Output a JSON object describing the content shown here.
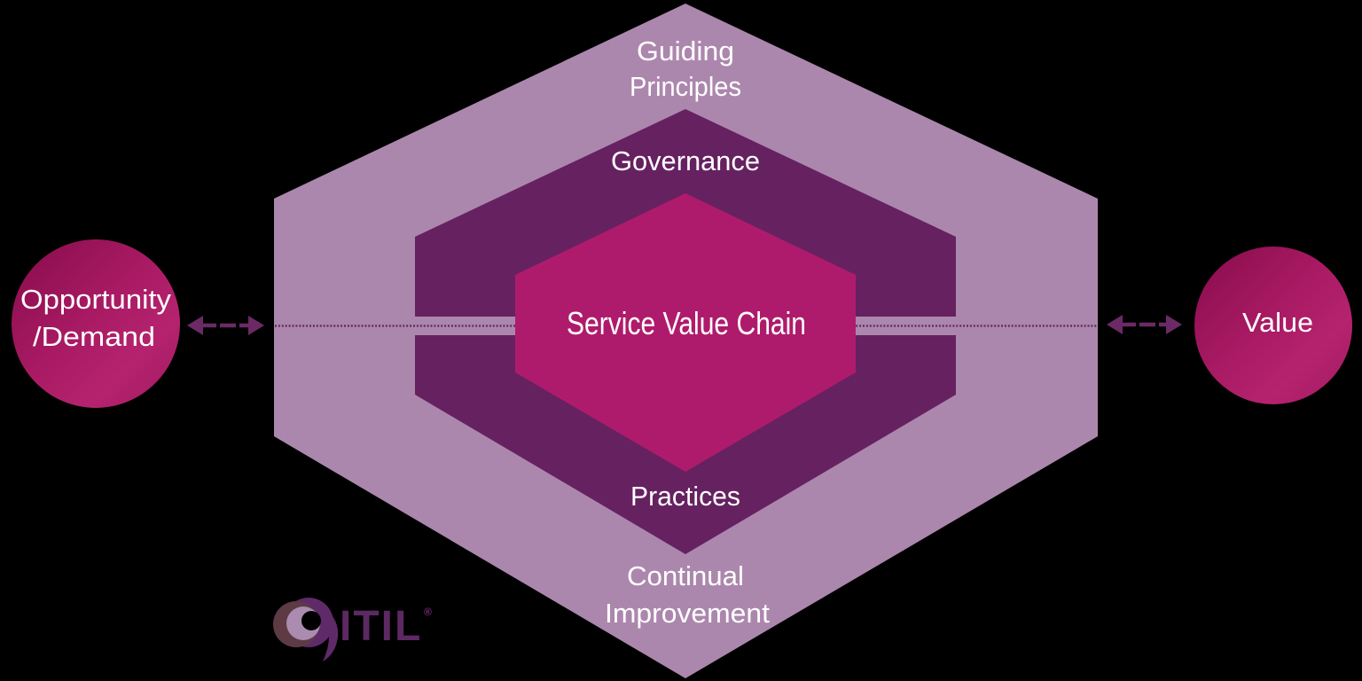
{
  "colors": {
    "background": "#000000",
    "outer_hexagon": "#ac87ad",
    "middle_hexagon": "#662161",
    "inner_hexagon": "#af1b6c",
    "flow_band": "#ac87ad",
    "dotted_line": "#6b2a66",
    "arrow": "#6b2a66",
    "label_text": "#ffffff",
    "circle_gradient_dark": "#870b4b",
    "circle_gradient_mid": "#a81a63",
    "circle_gradient_light": "#b5236e",
    "circle_gradient_end": "#a31961",
    "logo_purple": "#5f2a68",
    "logo_maroon": "#5e3a45",
    "logo_lilac": "#ab8cb0",
    "logo_text_color": "#5c2963",
    "logo_mark_color": "#7b2b7d"
  },
  "svs": {
    "outer_ring": {
      "top_label_line1": "Guiding",
      "top_label_line2": "Principles",
      "bottom_label_line1": "Continual",
      "bottom_label_line2": "Improvement"
    },
    "middle_ring": {
      "top_label": "Governance",
      "bottom_label": "Practices"
    },
    "core": {
      "label": "Service Value Chain"
    },
    "left_circle": {
      "label_line1": "Opportunity",
      "label_line2": "/Demand"
    },
    "right_circle": {
      "label": "Value"
    }
  },
  "logo": {
    "text": "ITIL",
    "registered_mark": "®"
  }
}
